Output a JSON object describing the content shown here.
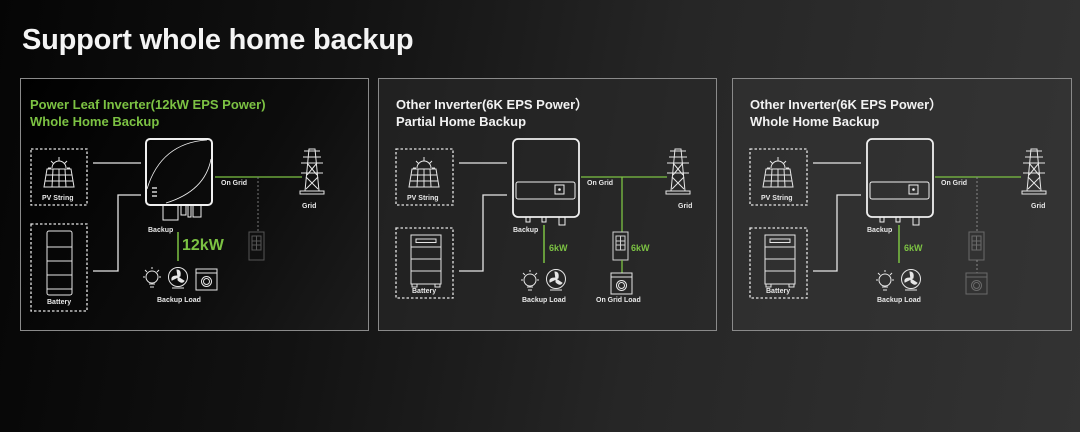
{
  "page": {
    "title": "Support whole home backup"
  },
  "colors": {
    "accent_green": "#7cc243",
    "line_white": "#e6e6e6",
    "dim_gray": "#6a6a6a"
  },
  "panels": [
    {
      "title_line1": "Power Leaf Inverter(12kW EPS Power)",
      "title_line2": "Whole Home Backup",
      "pv_label": "PV String",
      "battery_label": "Battery",
      "on_grid_label": "On Grid",
      "grid_label": "Grid",
      "backup_label": "Backup",
      "backup_power": "12kW",
      "backup_load_label": "Backup Load",
      "backup_loads": [
        "light-bulb-icon",
        "fan-icon",
        "washing-machine-icon"
      ],
      "on_grid_load_label": "",
      "on_grid_power": "",
      "on_grid_panel_active": false
    },
    {
      "title_line1": "Other Inverter(6K EPS Power）",
      "title_line2": "Partial Home Backup",
      "pv_label": "PV String",
      "battery_label": "Battery",
      "on_grid_label": "On Grid",
      "grid_label": "Grid",
      "backup_label": "Backup",
      "backup_power": "6kW",
      "backup_load_label": "Backup Load",
      "backup_loads": [
        "light-bulb-icon",
        "fan-icon"
      ],
      "on_grid_load_label": "On Grid Load",
      "on_grid_power": "6kW",
      "on_grid_panel_active": true
    },
    {
      "title_line1": "Other Inverter(6K EPS Power）",
      "title_line2": "Whole Home Backup",
      "pv_label": "PV String",
      "battery_label": "Battery",
      "on_grid_label": "On Grid",
      "grid_label": "Grid",
      "backup_label": "Backup",
      "backup_power": "6kW",
      "backup_load_label": "Backup Load",
      "backup_loads": [
        "light-bulb-icon",
        "fan-icon"
      ],
      "on_grid_load_label": "",
      "on_grid_power": "",
      "on_grid_panel_active": false
    }
  ]
}
